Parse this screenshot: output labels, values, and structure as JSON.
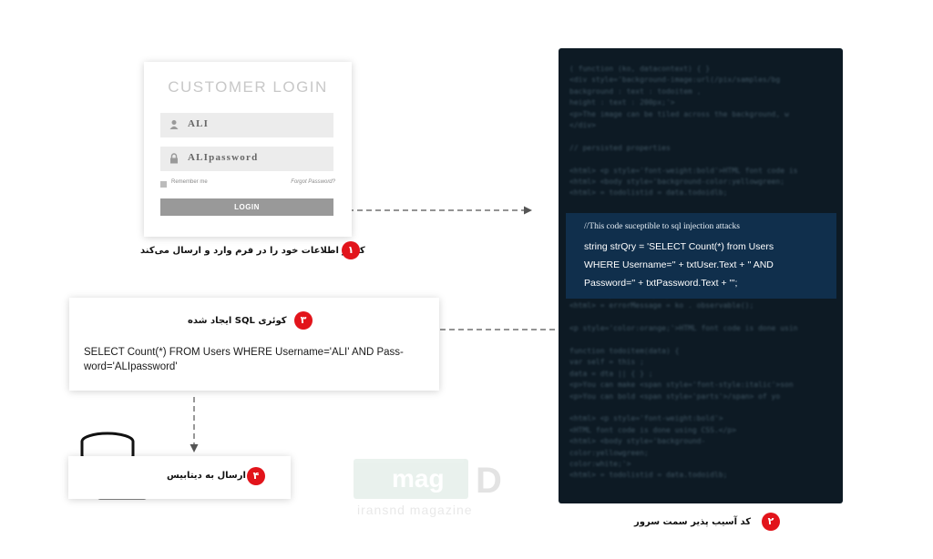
{
  "login_card": {
    "title": "CUSTOMER LOGIN",
    "username_value": "ALI",
    "password_value": "ALIpassword",
    "remember_label": "Remember me",
    "forgot_label": "Forgot Password?",
    "login_button": "LOGIN"
  },
  "steps": {
    "step1": {
      "number": "۱",
      "text": "کاربر اطلاعات خود را در فرم وارد و ارسال می‌کند"
    },
    "step2": {
      "number": "۲",
      "text": "کد آسیب پذیر سمت سرور"
    },
    "step3": {
      "number": "۳",
      "text": "کوئری SQL ایجاد شده"
    },
    "step4": {
      "number": "۴",
      "text": "ارسال به دیتابیس"
    }
  },
  "code_panel": {
    "comment": "//This code suceptible to sql injection attacks",
    "line1": "string strQry = 'SELECT Count(*) from Users",
    "line2": "WHERE Username='' + txtUser.Text + '' AND",
    "line3": "Password='' + txtPassword.Text + ''';",
    "background_lines": [
      "( function  (ko, datacontext) { }",
      "  <div style='background-image:url(/pix/samples/bg",
      "      background : text : todoitem ,",
      "      height : text : 200px;'>",
      "  <p>The image can be tiled across the background, w",
      "  </div>",
      "",
      "  //  persisted properties",
      "",
      "  <html> <p style='font-weight:bold'>HTML font code is",
      "  <html> <body style='background-color:yellowgreen;",
      "  <html> = todolistid = data.todoidlb;",
      "",
      "",
      "",
      "",
      "",
      "",
      "",
      "",
      "  // Non - persisted properties",
      "    <html> = errorMessage = ko . observable();",
      "",
      "  <p style='color:orange;'>HTML font code is done usin",
      "",
      "    function  todoitem(data) {",
      "       var  self = this ;",
      "       data = dta || { } ;",
      "  <p>You can make <span style='font-style:italic'>son",
      "  <p>You can bold <span style='parts'>/span> of yo",
      "",
      "  <html> <p style='font-weight:bold'>",
      "  <HTML font code is done using CSS.</p>",
      "  <html> <body style='background-",
      "  color:yellowgreen;",
      "  color:white;'>",
      "  <html> = todolistid = data.todoidlb;"
    ]
  },
  "sql_card": {
    "query": "SELECT Count(*) FROM Users WHERE Username='ALI' AND Pass-word='ALIpassword'"
  },
  "watermark": {
    "mark": "mag",
    "letter": "D",
    "subtitle": "iransnd magazine"
  },
  "colors": {
    "badge": "#e2141b",
    "code_bg": "#0d1a24",
    "code_highlight": "#102f4c",
    "arrow": "#555555"
  }
}
